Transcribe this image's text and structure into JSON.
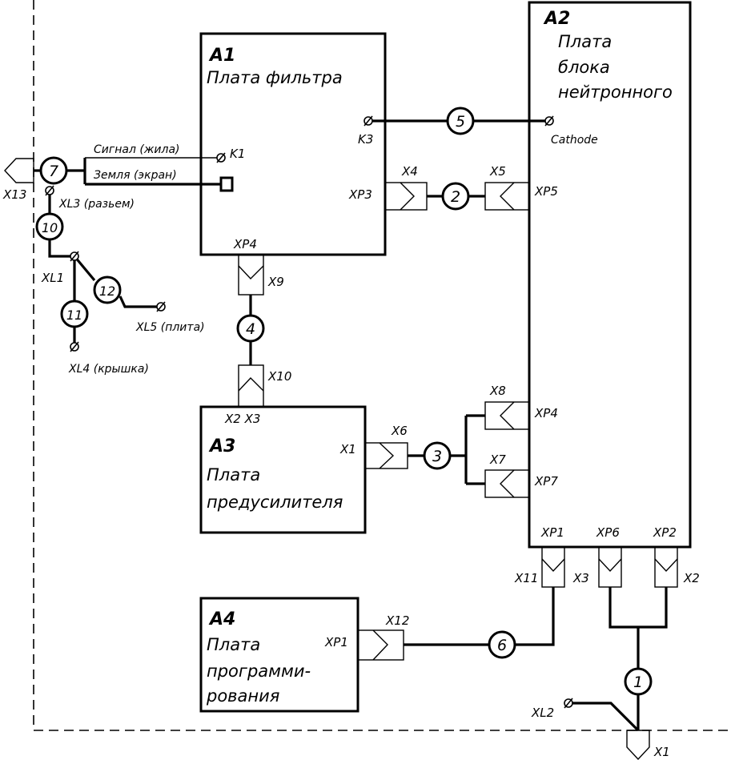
{
  "blocks": {
    "a1": {
      "ref": "A1",
      "lines": [
        "Плата фильтра"
      ]
    },
    "a2": {
      "ref": "A2",
      "lines": [
        "Плата",
        "блока",
        "нейтронного"
      ]
    },
    "a3": {
      "ref": "A3",
      "lines": [
        "Плата",
        "предусилителя"
      ]
    },
    "a4": {
      "ref": "A4",
      "lines": [
        "Плата",
        "программи-",
        "рования"
      ]
    }
  },
  "labels": {
    "k1": "K1",
    "k3": "K3",
    "cathode": "Cathode",
    "signal": "Сигнал (жила)",
    "ground": "Земля (экран)",
    "x13": "X13",
    "xl3": "XL3 (разьем)",
    "xl1": "XL1",
    "xl5": "XL5 (плита)",
    "xl4": "XL4 (крышка)",
    "xl2": "XL2",
    "xp3_a1": "XP3",
    "xp4_a1": "XP4",
    "x4": "X4",
    "x5": "X5",
    "xp5": "XP5",
    "x9": "X9",
    "x10": "X10",
    "x2x3": "X2 X3",
    "x1_a3": "X1",
    "x6": "X6",
    "x8": "X8",
    "x7": "X7",
    "xp4_a2": "XP4",
    "xp7": "XP7",
    "xp1_a2": "XP1",
    "xp6": "XP6",
    "xp2": "XP2",
    "x11": "X11",
    "x3": "X3",
    "x2": "X2",
    "xp1_a4": "XP1",
    "x12": "X12",
    "x1_out": "X1"
  },
  "cables": [
    "1",
    "2",
    "3",
    "4",
    "5",
    "6",
    "7",
    "10",
    "11",
    "12"
  ]
}
